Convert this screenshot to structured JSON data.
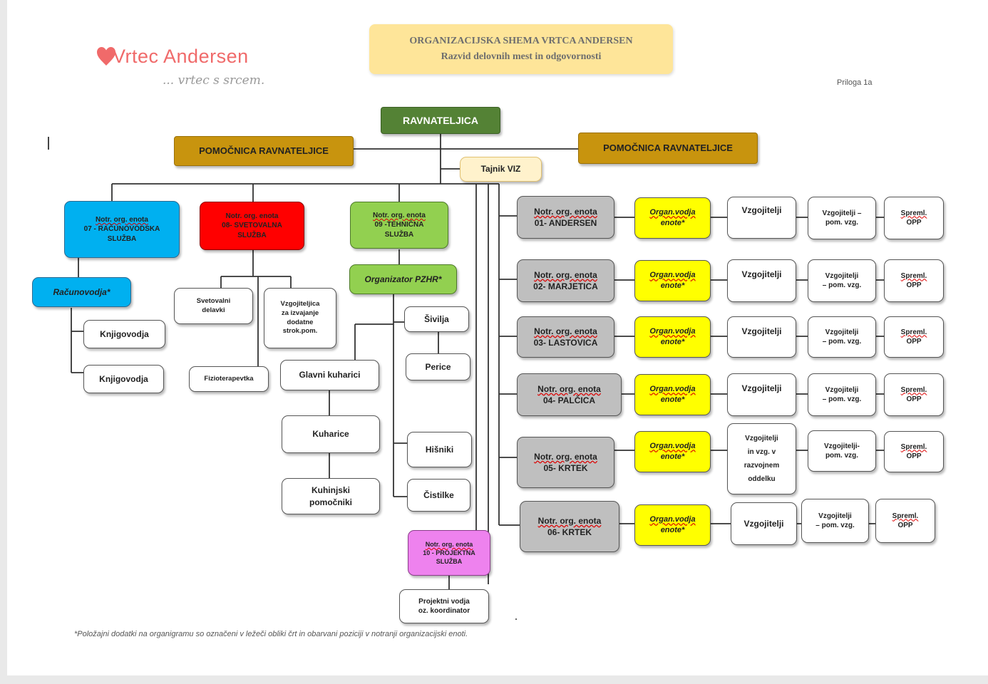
{
  "logo": {
    "brand": "Vrtec Andersen",
    "slogan": "... vrtec s srcem."
  },
  "title": {
    "line1": "ORGANIZACIJSKA SHEMA VRTCA ANDERSEN",
    "line2": "Razvid delovnih mest in odgovornosti"
  },
  "priloga": "Priloga 1a",
  "top": {
    "director": "RAVNATELJICA",
    "assistant_left": "POMOČNICA RAVNATELJICE",
    "assistant_right": "POMOČNICA RAVNATELJICE",
    "secretary": "Tajnik VIZ"
  },
  "units": {
    "accounting": {
      "l1": "Notr. org. enota",
      "l2": "07 - RAČUNOVODSKA",
      "l3": "SLUŽBA"
    },
    "counseling": {
      "l1": "Notr. org. enota",
      "l2": "08- SVETOVALNA",
      "l3": "SLUŽBA"
    },
    "technical": {
      "l1": "Notr. org. enota",
      "l2": "09 -TEHNIČNA",
      "l3": "SLUŽBA"
    },
    "project": {
      "l1": "Notr. org. enota",
      "l2": "10 - PROJEKTNA",
      "l3": "SLUŽBA"
    }
  },
  "accounting_staff": {
    "head": "Računovodja*",
    "k1": "Knjigovodja",
    "k2": "Knjigovodja"
  },
  "counseling_staff": {
    "svetovalni": [
      "Svetovalni",
      "delavki"
    ],
    "vzgojiteljica": [
      "Vzgojiteljica",
      "za izvajanje",
      "dodatne",
      "strok.pom."
    ],
    "fizio": "Fizioterapevtka"
  },
  "technical_staff": {
    "organizator": "Organizator PZHR*",
    "glavni": "Glavni kuharici",
    "kuharice": "Kuharice",
    "kuhinjski": [
      "Kuhinjski",
      "pomočniki"
    ],
    "sivilja": "Šivilja",
    "perice": "Perice",
    "hisniki": "Hišniki",
    "cistilke": "Čistilke"
  },
  "project_staff": [
    "Projektni vodja",
    "oz. koordinator"
  ],
  "rows": [
    {
      "unit": [
        "Notr. org. enota",
        "01- ANDERSEN"
      ],
      "lead": [
        "Organ.vodja",
        "enote*"
      ],
      "vzg": [
        "Vzgojitelji"
      ],
      "pom": [
        "Vzgojitelji –",
        "pom. vzg."
      ],
      "opp": [
        "Spreml.",
        "OPP"
      ]
    },
    {
      "unit": [
        "Notr. org. enota",
        "02- MARJETICA"
      ],
      "lead": [
        "Organ.vodja",
        "enote*"
      ],
      "vzg": [
        "Vzgojitelji"
      ],
      "pom": [
        "Vzgojitelji",
        "– pom. vzg."
      ],
      "opp": [
        "Spreml.",
        "OPP"
      ]
    },
    {
      "unit": [
        "Notr. org. enota",
        "03- LASTOVICA"
      ],
      "lead": [
        "Organ.vodja",
        "enote*"
      ],
      "vzg": [
        "Vzgojitelji"
      ],
      "pom": [
        "Vzgojitelji",
        "– pom. vzg."
      ],
      "opp": [
        "Spreml.",
        "OPP"
      ]
    },
    {
      "unit": [
        "Notr. org. enota",
        "04- PALČICA"
      ],
      "lead": [
        "Organ.vodja",
        "enote*"
      ],
      "vzg": [
        "Vzgojitelji"
      ],
      "pom": [
        "Vzgojitelji",
        "– pom. vzg."
      ],
      "opp": [
        "Spreml.",
        "OPP"
      ]
    },
    {
      "unit": [
        "Notr. org.  enota",
        "05- KRTEK"
      ],
      "lead": [
        "Organ.vodja",
        "enote*"
      ],
      "vzg": [
        "Vzgojitelji",
        "in vzg. v",
        "razvojnem",
        "oddelku"
      ],
      "pom": [
        "Vzgojitelji-",
        "pom. vzg."
      ],
      "opp": [
        "Spreml.",
        "OPP"
      ]
    },
    {
      "unit": [
        "Notr. org.  enota",
        "06- KRTEK"
      ],
      "lead": [
        "Organ.vodja",
        "enote*"
      ],
      "vzg": [
        "Vzgojitelji"
      ],
      "pom": [
        "Vzgojitelji",
        "– pom. vzg."
      ],
      "opp": [
        "Spreml.",
        "OPP"
      ]
    }
  ],
  "footnote": "*Položajni dodatki na organigramu so označeni v ležeči obliki črt in obarvani poziciji v notranji organizacijski enoti."
}
